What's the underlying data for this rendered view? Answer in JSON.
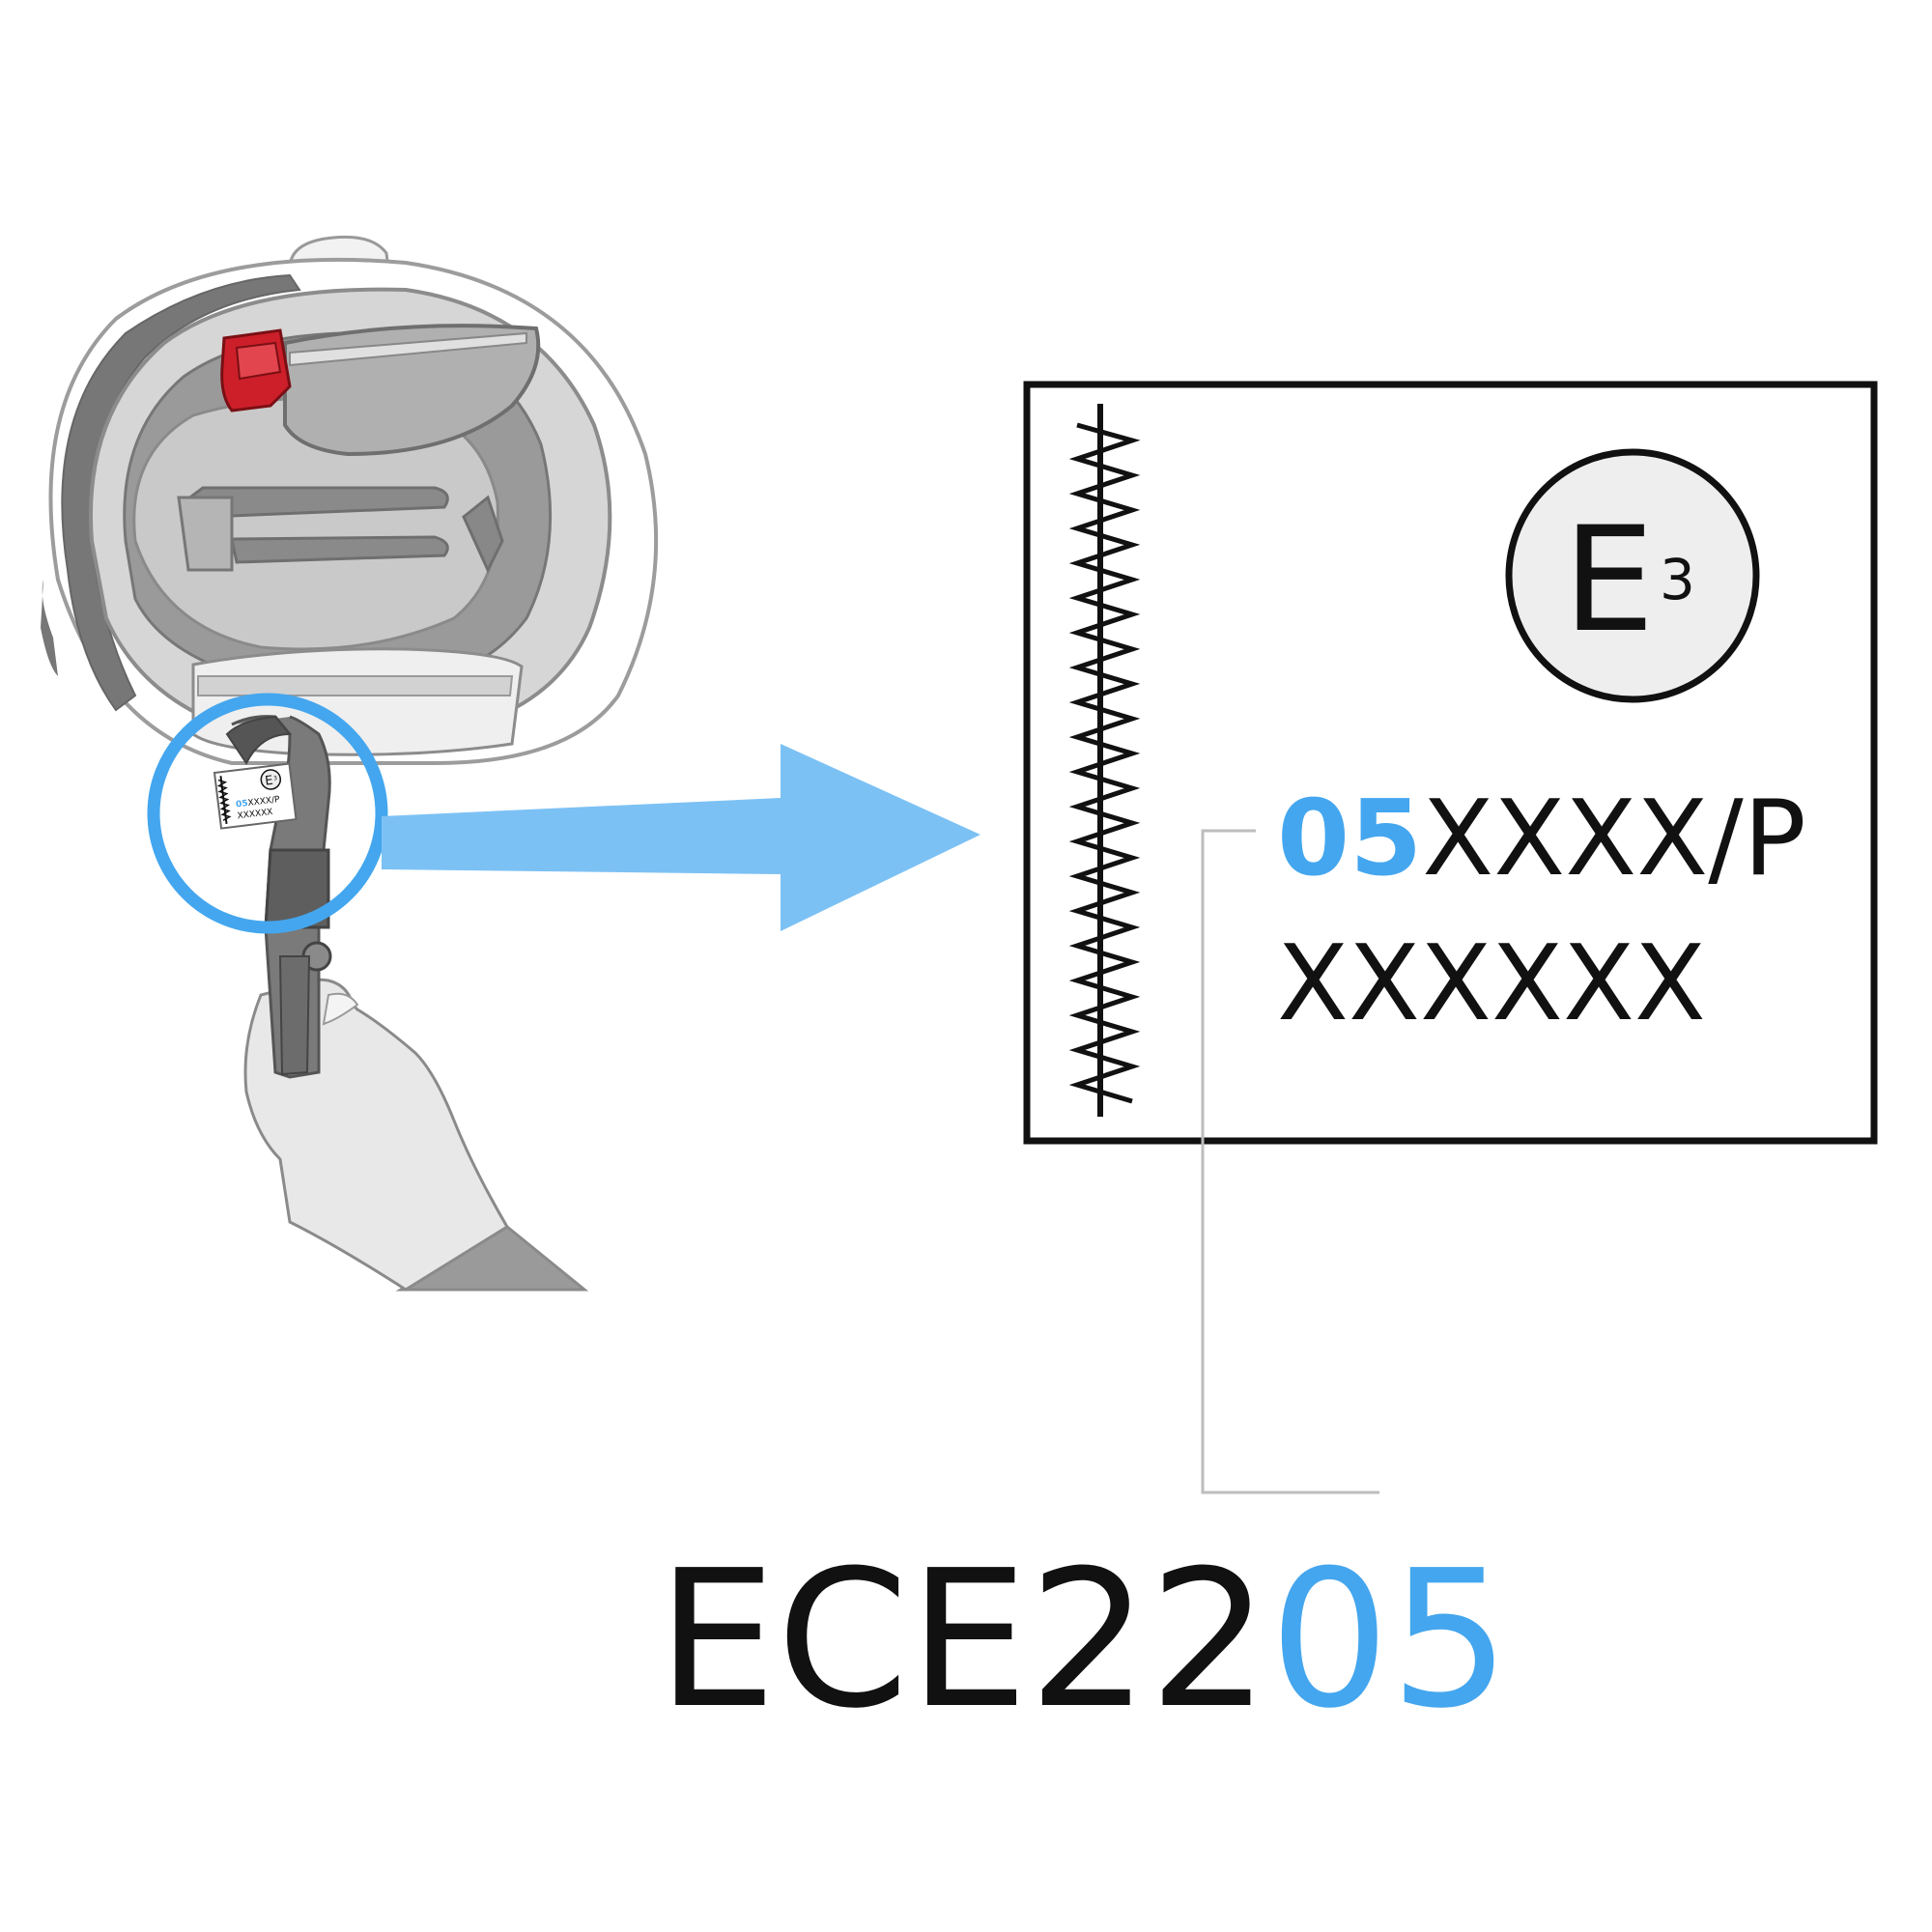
{
  "colors": {
    "accent_blue": "#44a6ee",
    "arrow_blue": "#7cc1f4",
    "buckle_red": "#cc1f2a",
    "ink": "#111111",
    "leader_gray": "#bdbdbd",
    "circle_fill": "#eeeeee"
  },
  "icons": {
    "helmet": "helmet-interior-icon",
    "hand": "hand-holding-strap-icon",
    "arrow": "right-arrow-icon"
  },
  "small_label": {
    "mark_letter": "E",
    "mark_number": "3",
    "code_prefix": "05",
    "code_suffix": "XXXX/P",
    "serial": "XXXXXX"
  },
  "label": {
    "mark_letter": "E",
    "mark_number": "3",
    "code_prefix": "05",
    "code_suffix": "XXXX/P",
    "serial": "XXXXXX"
  },
  "standard": {
    "base": "ECE22",
    "revision": "05"
  }
}
